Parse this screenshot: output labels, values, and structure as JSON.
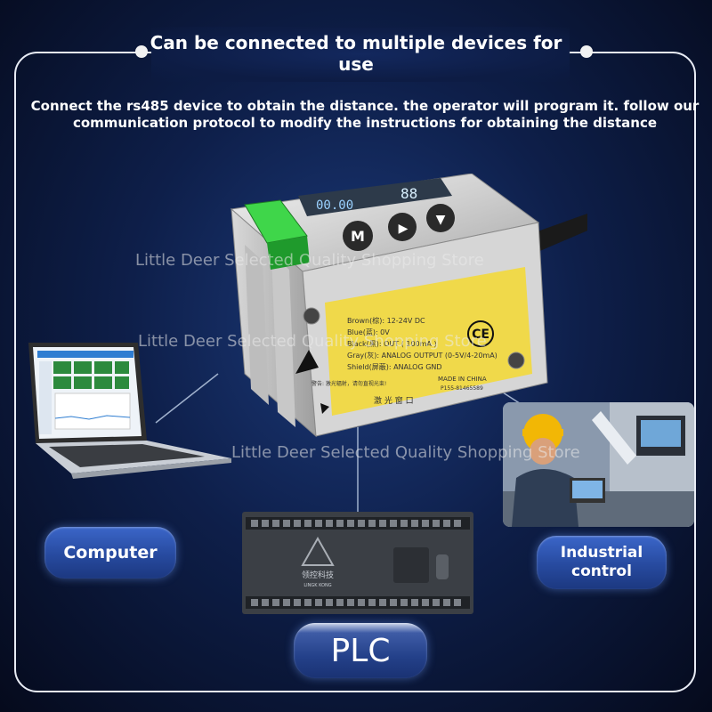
{
  "heading": {
    "title": "Can be connected to multiple devices for use",
    "description": "Connect the rs485 device to obtain the distance. the operator will program it. follow our communication protocol to modify the instructions for obtaining the distance"
  },
  "labels": {
    "computer": "Computer",
    "industrial": "Industrial control",
    "plc": "PLC"
  },
  "watermark": "Little Deer Selected Quality Shopping Store",
  "sensor": {
    "display": "00.00",
    "display_alt": "88",
    "buttons": [
      "M",
      "▶",
      "▼"
    ],
    "wiring": [
      "Brown(棕): 12-24V DC",
      "Blue(蓝): 0V",
      "Black(黑): OUT ( 100mA )",
      "Gray(灰): ANALOG OUTPUT (0-5V/4-20mA)",
      "Shield(屏蔽): ANALOG GND"
    ],
    "made_in": "MADE IN CHINA",
    "serial": "P155-81465589",
    "window_label": "激 光 窗 口",
    "ce_mark": "CE",
    "warning_text": "警告: 激光辐射，请勿直视光束!"
  },
  "plc_brand": "领控科技",
  "plc_brand_en": "LINGK KONG",
  "colors": {
    "background": "#0e1f4a",
    "pill": "#2c52ad",
    "sensor_label": "#f0d94a",
    "sensor_green": "#3fd64a"
  }
}
